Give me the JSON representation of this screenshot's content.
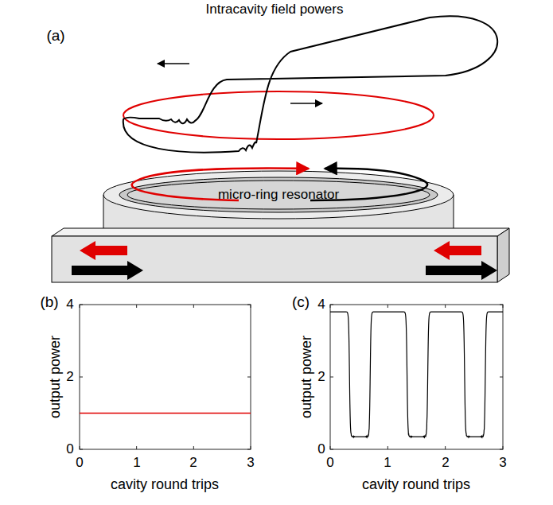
{
  "diagram": {
    "nodes": [
      {
        "text": [
          "micro-ring resonator"
        ]
      }
    ],
    "labels": [
      "Intracavity field powers",
      "(a)",
      "(b)",
      "(c)",
      "output power",
      "output power",
      "cavity round trips",
      "cavity round trips",
      "4",
      "2",
      "0",
      "0",
      "1",
      "2",
      "3",
      "4",
      "2",
      "0",
      "0",
      "1",
      "2",
      "3"
    ]
  }
}
